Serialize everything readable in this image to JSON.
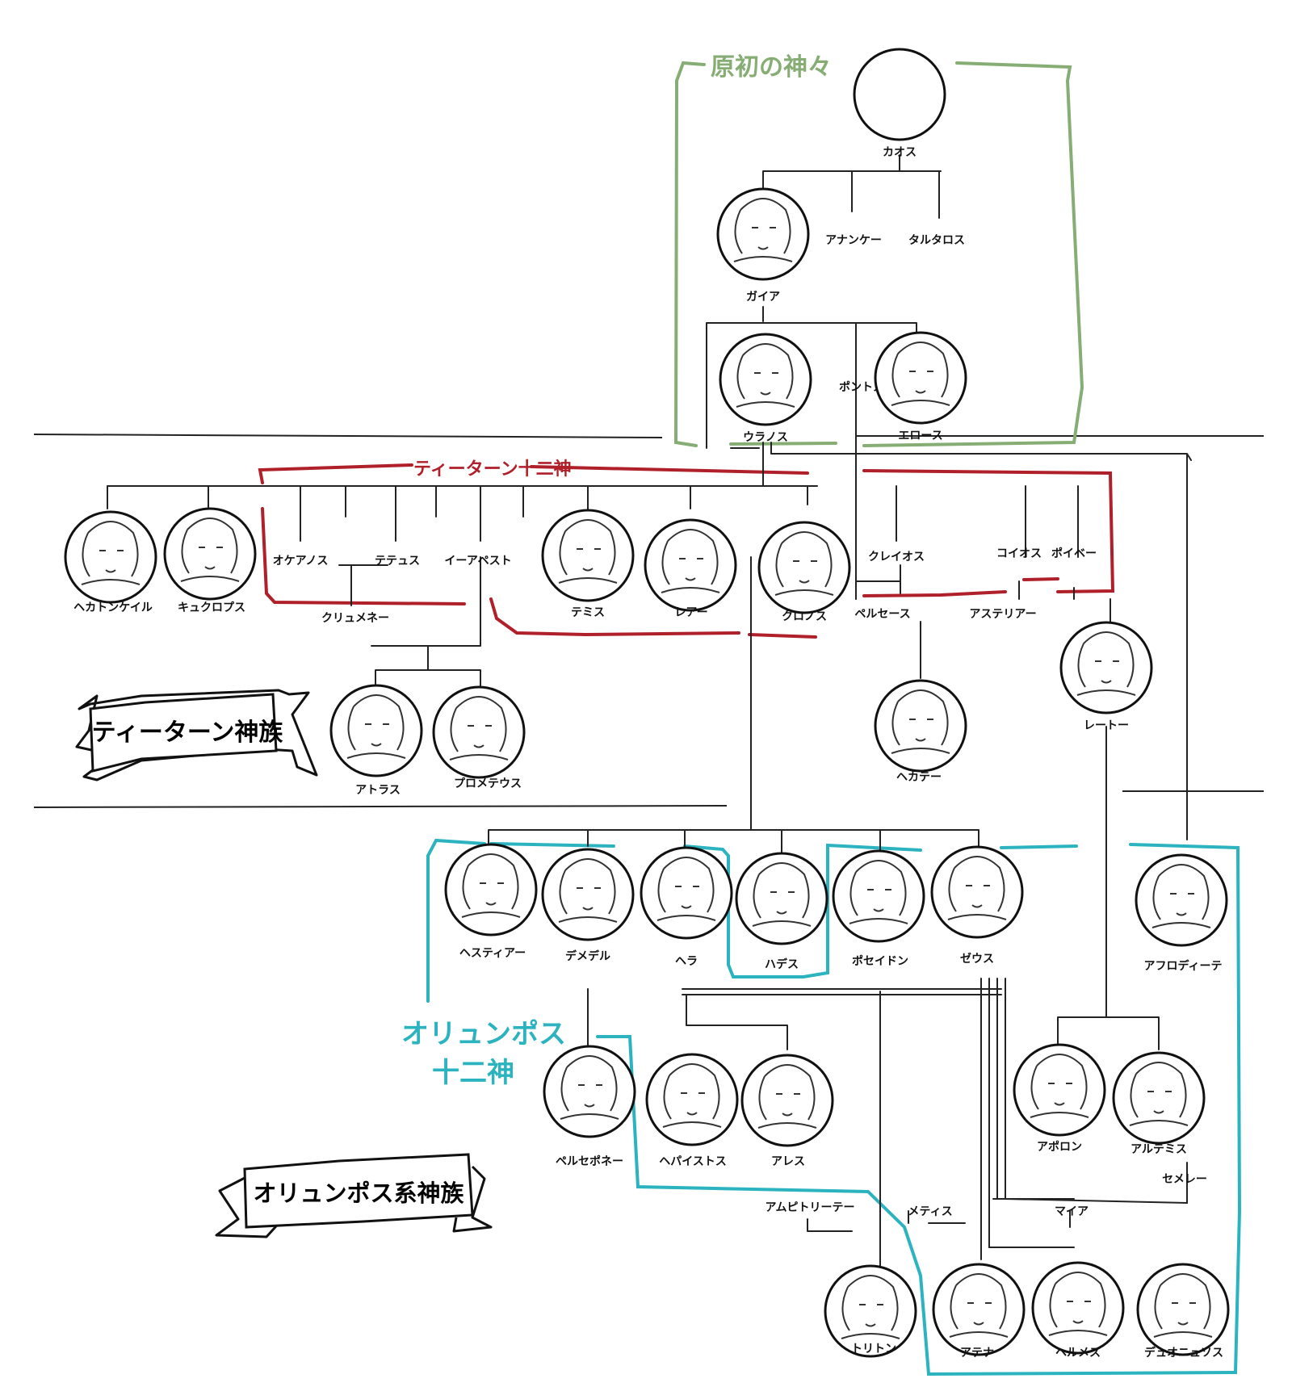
{
  "groups": {
    "primordial": "原初の神々",
    "titans12": "ティーターン十二神",
    "olympians12_line1": "オリュンポス",
    "olympians12_line2": "十二神"
  },
  "banners": {
    "titan_clan": "ティーターン神族",
    "olympian_clan": "オリュンポス系神族"
  },
  "colors": {
    "primordial": "#86ad74",
    "titans12": "#b0202a",
    "olympians12": "#2bb3bf",
    "line": "#222222"
  },
  "deities": [
    {
      "id": "chaos",
      "name": "カオス",
      "portrait": "blank-circle"
    },
    {
      "id": "gaia",
      "name": "ガイア",
      "portrait": "gaia-portrait"
    },
    {
      "id": "ananke",
      "name": "アナンケー"
    },
    {
      "id": "tartarus",
      "name": "タルタロス"
    },
    {
      "id": "ouranos",
      "name": "ウラノス",
      "portrait": "ouranos-portrait"
    },
    {
      "id": "pontos",
      "name": "ポントス"
    },
    {
      "id": "eros",
      "name": "エロース",
      "portrait": "eros-portrait"
    },
    {
      "id": "hekatoncheires",
      "name": "ヘカトンケイル",
      "portrait": "hekatoncheires-portrait"
    },
    {
      "id": "cyclops",
      "name": "キュクロプス",
      "portrait": "cyclops-portrait"
    },
    {
      "id": "okeanos",
      "name": "オケアノス"
    },
    {
      "id": "tethys",
      "name": "テテュス"
    },
    {
      "id": "iapetos",
      "name": "イーアペスト"
    },
    {
      "id": "klymene",
      "name": "クリュメネー"
    },
    {
      "id": "themis",
      "name": "テミス",
      "portrait": "themis-portrait"
    },
    {
      "id": "rhea",
      "name": "レアー",
      "portrait": "rhea-portrait"
    },
    {
      "id": "kronos",
      "name": "クロノス",
      "portrait": "kronos-portrait"
    },
    {
      "id": "kreios",
      "name": "クレイオス"
    },
    {
      "id": "koios",
      "name": "コイオス"
    },
    {
      "id": "phoibe",
      "name": "ポイベー"
    },
    {
      "id": "perses",
      "name": "ペルセース"
    },
    {
      "id": "asteria",
      "name": "アステリアー"
    },
    {
      "id": "atlas",
      "name": "アトラス",
      "portrait": "atlas-portrait"
    },
    {
      "id": "prometheus",
      "name": "プロメテウス",
      "portrait": "prometheus-portrait"
    },
    {
      "id": "hekate",
      "name": "ヘカテー",
      "portrait": "hekate-portrait"
    },
    {
      "id": "leto",
      "name": "レートー",
      "portrait": "leto-portrait"
    },
    {
      "id": "hestia",
      "name": "ヘスティアー",
      "portrait": "hestia-portrait"
    },
    {
      "id": "demeter",
      "name": "デメデル",
      "portrait": "demeter-portrait"
    },
    {
      "id": "hera",
      "name": "ヘラ",
      "portrait": "hera-portrait"
    },
    {
      "id": "hades",
      "name": "ハデス",
      "portrait": "hades-portrait"
    },
    {
      "id": "poseidon",
      "name": "ポセイドン",
      "portrait": "poseidon-portrait"
    },
    {
      "id": "zeus",
      "name": "ゼウス",
      "portrait": "zeus-portrait"
    },
    {
      "id": "aphrodite",
      "name": "アフロディーテ",
      "portrait": "aphrodite-portrait"
    },
    {
      "id": "persephone",
      "name": "ペルセポネー",
      "portrait": "persephone-portrait"
    },
    {
      "id": "hephaistos",
      "name": "ヘパイストス",
      "portrait": "hephaistos-portrait"
    },
    {
      "id": "ares",
      "name": "アレス",
      "portrait": "ares-portrait"
    },
    {
      "id": "apollon",
      "name": "アポロン",
      "portrait": "apollon-portrait"
    },
    {
      "id": "artemis",
      "name": "アルテミス",
      "portrait": "artemis-portrait"
    },
    {
      "id": "semele",
      "name": "セメレー"
    },
    {
      "id": "amphitrite",
      "name": "アムピトリーテー"
    },
    {
      "id": "metis",
      "name": "メティス"
    },
    {
      "id": "maia",
      "name": "マイア"
    },
    {
      "id": "triton",
      "name": "トリトン",
      "portrait": "triton-portrait"
    },
    {
      "id": "athena",
      "name": "アテナ",
      "portrait": "athena-portrait"
    },
    {
      "id": "hermes",
      "name": "ヘルメス",
      "portrait": "hermes-portrait"
    },
    {
      "id": "dionysos",
      "name": "デュオニュソス",
      "portrait": "dionysos-portrait"
    }
  ]
}
